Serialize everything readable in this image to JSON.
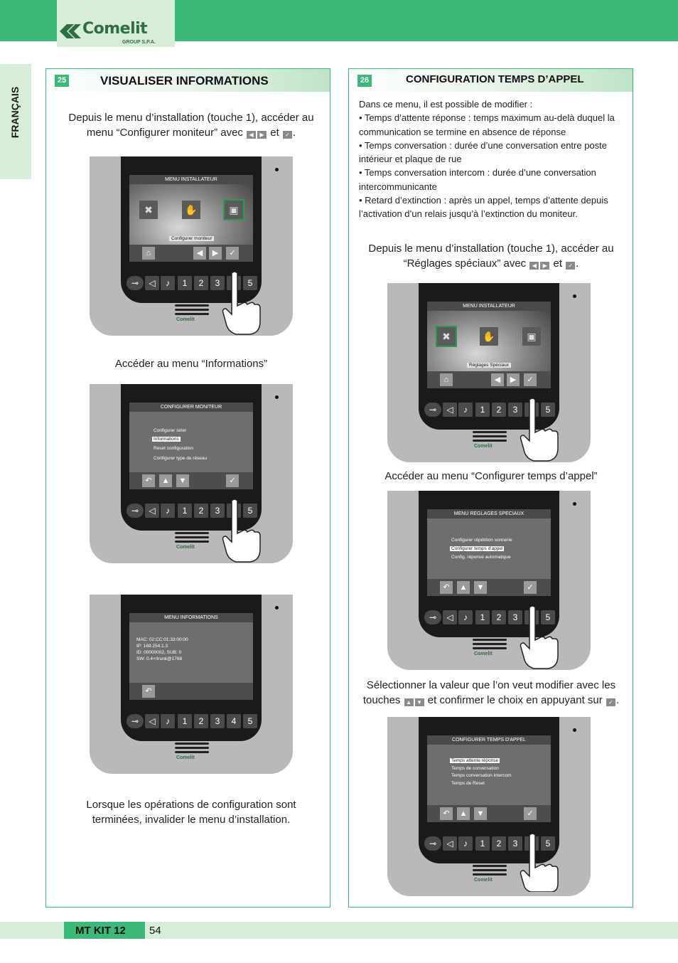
{
  "header": {
    "brand": "Comelit",
    "brand_sub": "GROUP S.P.A.",
    "side_label": "FRANÇAIS"
  },
  "left_panel": {
    "number": "25",
    "title": "VISUALISER INFORMATIONS",
    "intro_1": "Depuis le menu d’installation (touche 1), accéder au",
    "intro_2a": "menu “Configurer moniteur” avec",
    "intro_2b": "et",
    "step2": "Accéder au menu “Informations”",
    "outro_1": "Lorsque les opérations de configuration sont",
    "outro_2": "terminées, invalider le menu d’installation.",
    "screen1": {
      "title": "MENU INSTALLATEUR",
      "caption": "Configurer moniteur"
    },
    "screen2": {
      "title": "CONFIGURER MONITEUR",
      "items": [
        "Configurer sirier",
        "Informations",
        "Reset configuration",
        "Configurer type de réseau"
      ]
    },
    "screen3": {
      "title": "MENU INFORMATIONS",
      "items": [
        "MAC: 02:CC:01:33:00:00",
        "IP: 169.254.1.3",
        "ID: 00000002, SUB: 0",
        "SW: 0.4+/trunk@1768"
      ]
    }
  },
  "right_panel": {
    "number": "26",
    "title": "CONFIGURATION TEMPS D’APPEL",
    "desc": [
      "Dans ce menu, il est possible de modifier :",
      "• Temps d’attente réponse : temps maximum au-delà duquel la",
      "communication se termine en absence de réponse",
      "• Temps conversation : durée d’une conversation entre poste",
      "intérieur et plaque de rue",
      "• Temps conversation intercom : durée d’une conversation",
      "intercommunicante",
      "• Retard d’extinction : après un appel, temps d’attente depuis",
      "l’activation d’un relais jusqu’à l’extinction du moniteur."
    ],
    "intro_1": "Depuis le menu d’installation (touche 1), accéder au",
    "intro_2a": "“Réglages spéciaux” avec",
    "intro_2b": "et",
    "step2": "Accéder au menu “Configurer temps d’appel”",
    "step3_1": "Sélectionner la valeur que l’on veut modifier avec les",
    "step3_2a": "touches",
    "step3_2b": "et confirmer le choix en appuyant sur",
    "screen1": {
      "title": "MENU INSTALLATEUR",
      "caption": "Réglages Spéciaux"
    },
    "screen2": {
      "title": "MENU REGLAGES SPECIAUX",
      "items": [
        "Configurer répétition sonnerie",
        "Configurer temps d'appel",
        "Config. réponse automatique"
      ]
    },
    "screen3": {
      "title": "CONFIGURER TEMPS D'APPEL",
      "items": [
        "Temps attente réponse",
        "Temps de conversation",
        "Temps conversation intercom",
        "Temps de Reset"
      ]
    }
  },
  "device": {
    "keys": [
      "1",
      "2",
      "3",
      "4",
      "5"
    ],
    "brand": "Comelit"
  },
  "footer": {
    "product": "MT KIT 12",
    "page": "54"
  }
}
